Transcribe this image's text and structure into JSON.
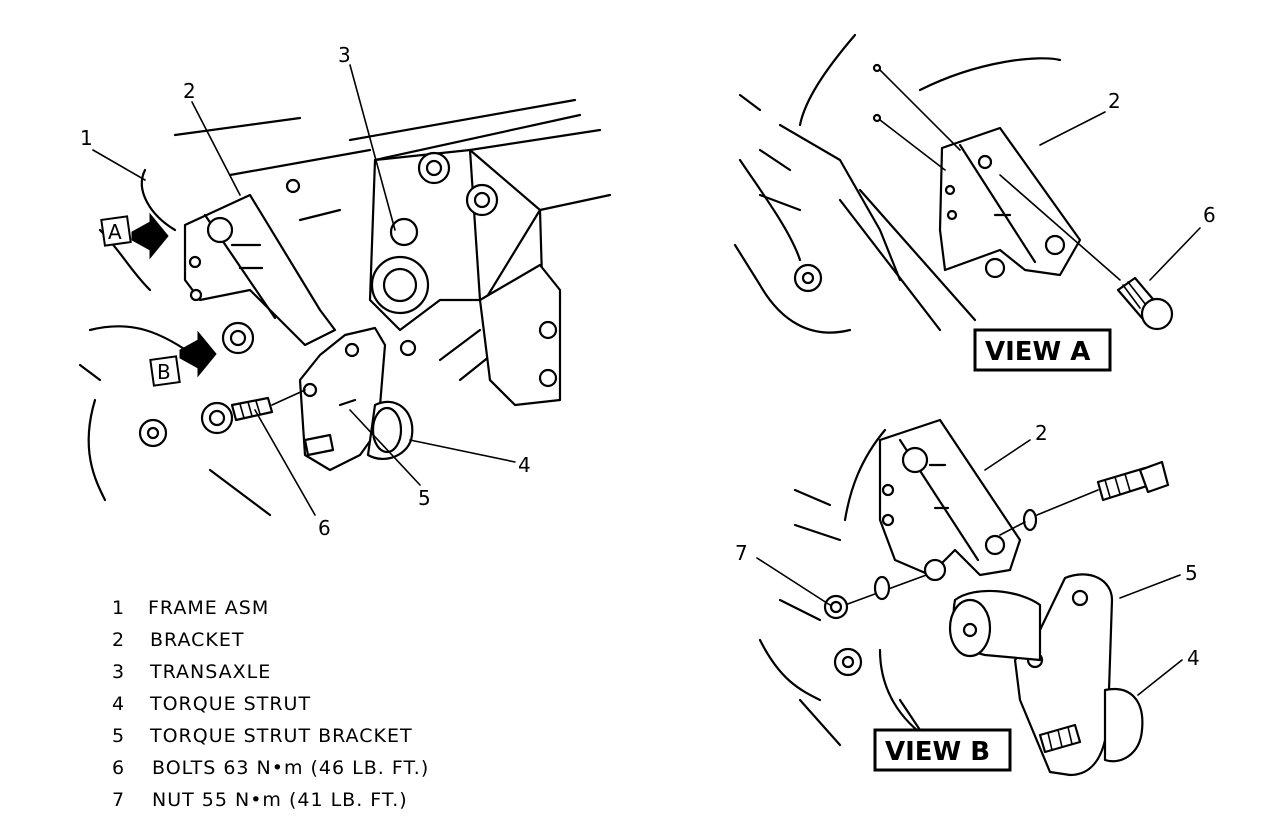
{
  "callouts": {
    "main_1": "1",
    "main_2": "2",
    "main_3": "3",
    "main_4": "4",
    "main_5": "5",
    "main_6": "6",
    "arrow_a": "A",
    "arrow_b": "B",
    "viewa_2": "2",
    "viewa_6": "6",
    "viewb_2": "2",
    "viewb_4": "4",
    "viewb_5": "5",
    "viewb_7": "7"
  },
  "view_labels": {
    "view_a": "VIEW A",
    "view_b": "VIEW B"
  },
  "legend": [
    {
      "num": "1",
      "text": "FRAME ASM"
    },
    {
      "num": "2",
      "text": "BRACKET"
    },
    {
      "num": "3",
      "text": "TRANSAXLE"
    },
    {
      "num": "4",
      "text": "TORQUE STRUT"
    },
    {
      "num": "5",
      "text": "TORQUE STRUT BRACKET"
    },
    {
      "num": "6",
      "text": "BOLTS 63 N•m (46 LB. FT.)"
    },
    {
      "num": "7",
      "text": "NUT 55 N•m (41 LB. FT.)"
    }
  ]
}
